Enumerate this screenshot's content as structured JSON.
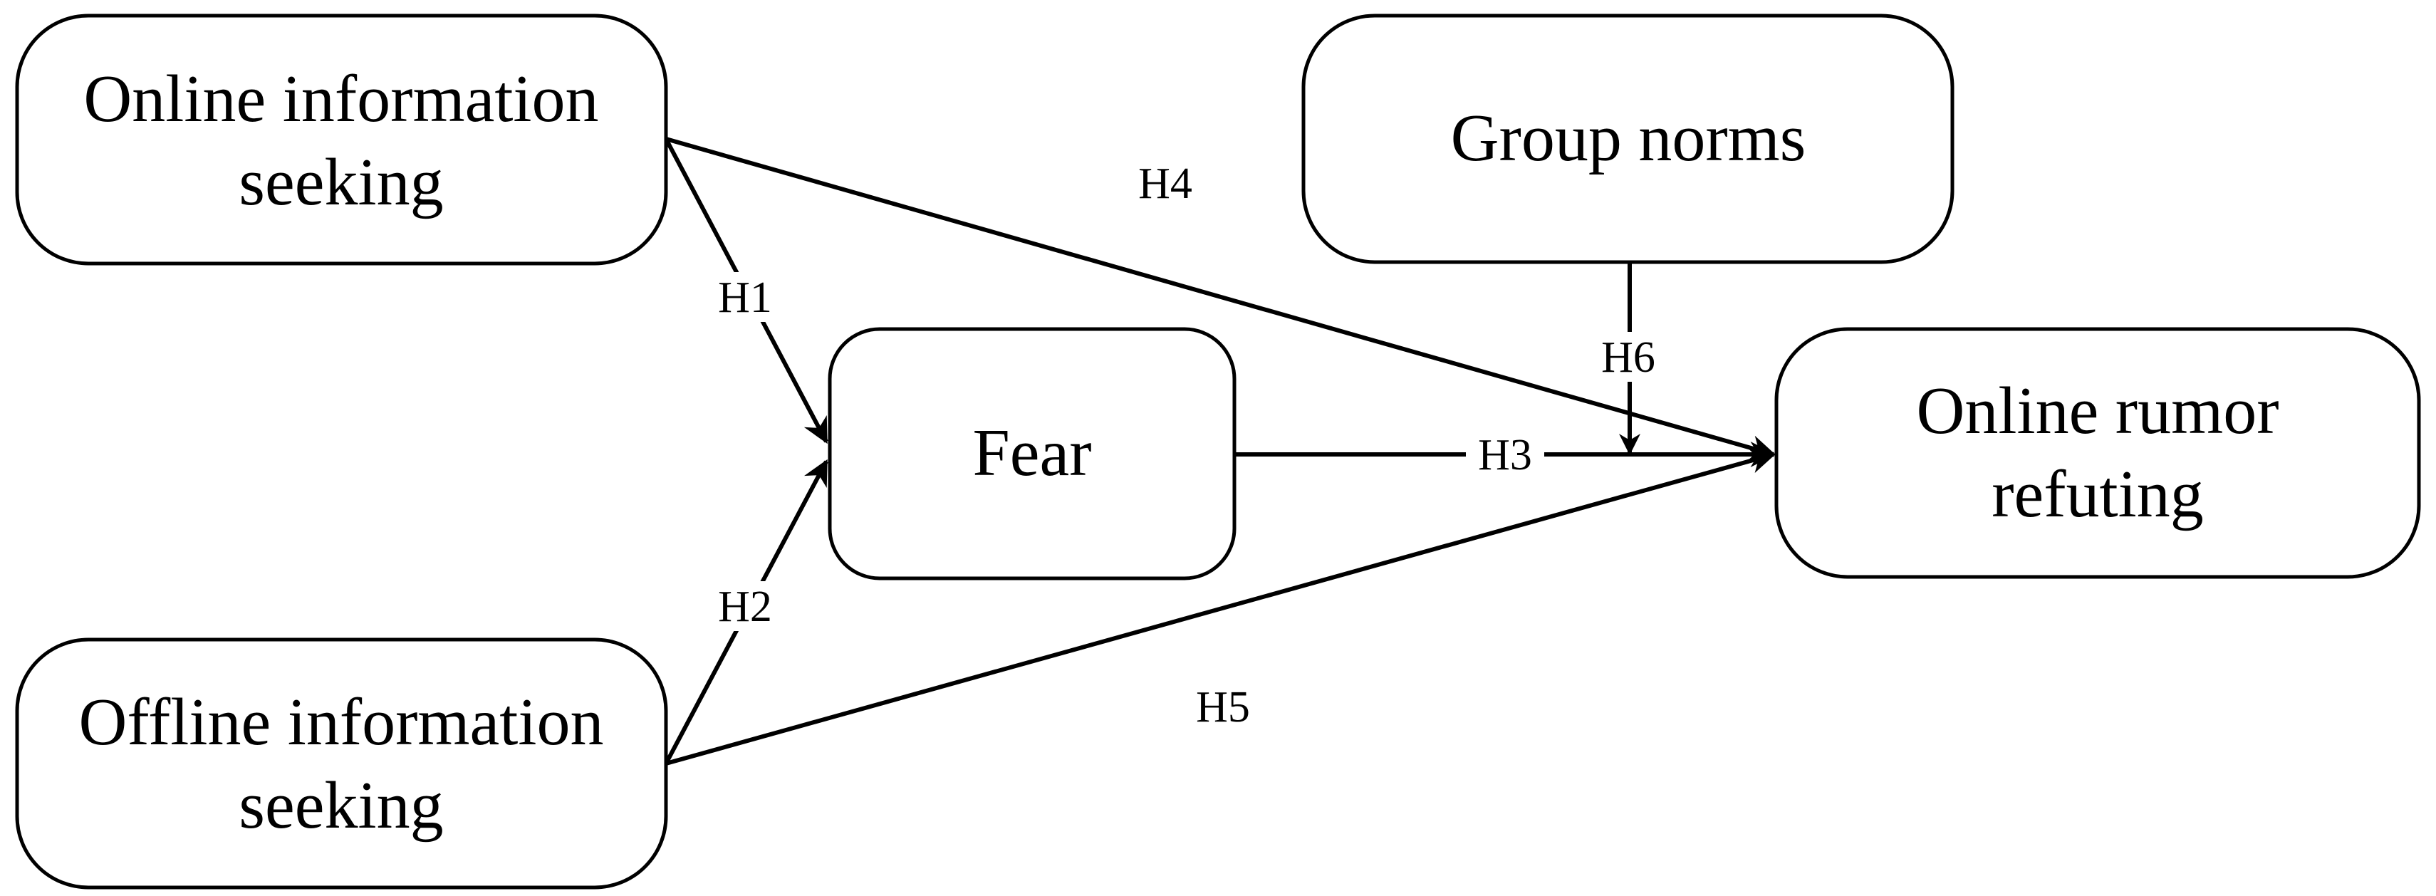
{
  "nodes": {
    "online_seeking": {
      "lines": [
        "Online information",
        "seeking"
      ]
    },
    "offline_seeking": {
      "lines": [
        "Offline information",
        "seeking"
      ]
    },
    "fear": {
      "lines": [
        "Fear"
      ]
    },
    "group_norms": {
      "lines": [
        "Group norms"
      ]
    },
    "rumor_refuting": {
      "lines": [
        "Online rumor",
        "refuting"
      ]
    }
  },
  "edges": {
    "h1": {
      "label": "H1",
      "from": "online_seeking",
      "to": "fear"
    },
    "h2": {
      "label": "H2",
      "from": "offline_seeking",
      "to": "fear"
    },
    "h3": {
      "label": "H3",
      "from": "fear",
      "to": "rumor_refuting"
    },
    "h4": {
      "label": "H4",
      "from": "online_seeking",
      "to": "rumor_refuting"
    },
    "h5": {
      "label": "H5",
      "from": "offline_seeking",
      "to": "rumor_refuting"
    },
    "h6": {
      "label": "H6",
      "from": "group_norms",
      "to": "h3"
    }
  },
  "colors": {
    "stroke": "#000000",
    "background": "#ffffff"
  }
}
